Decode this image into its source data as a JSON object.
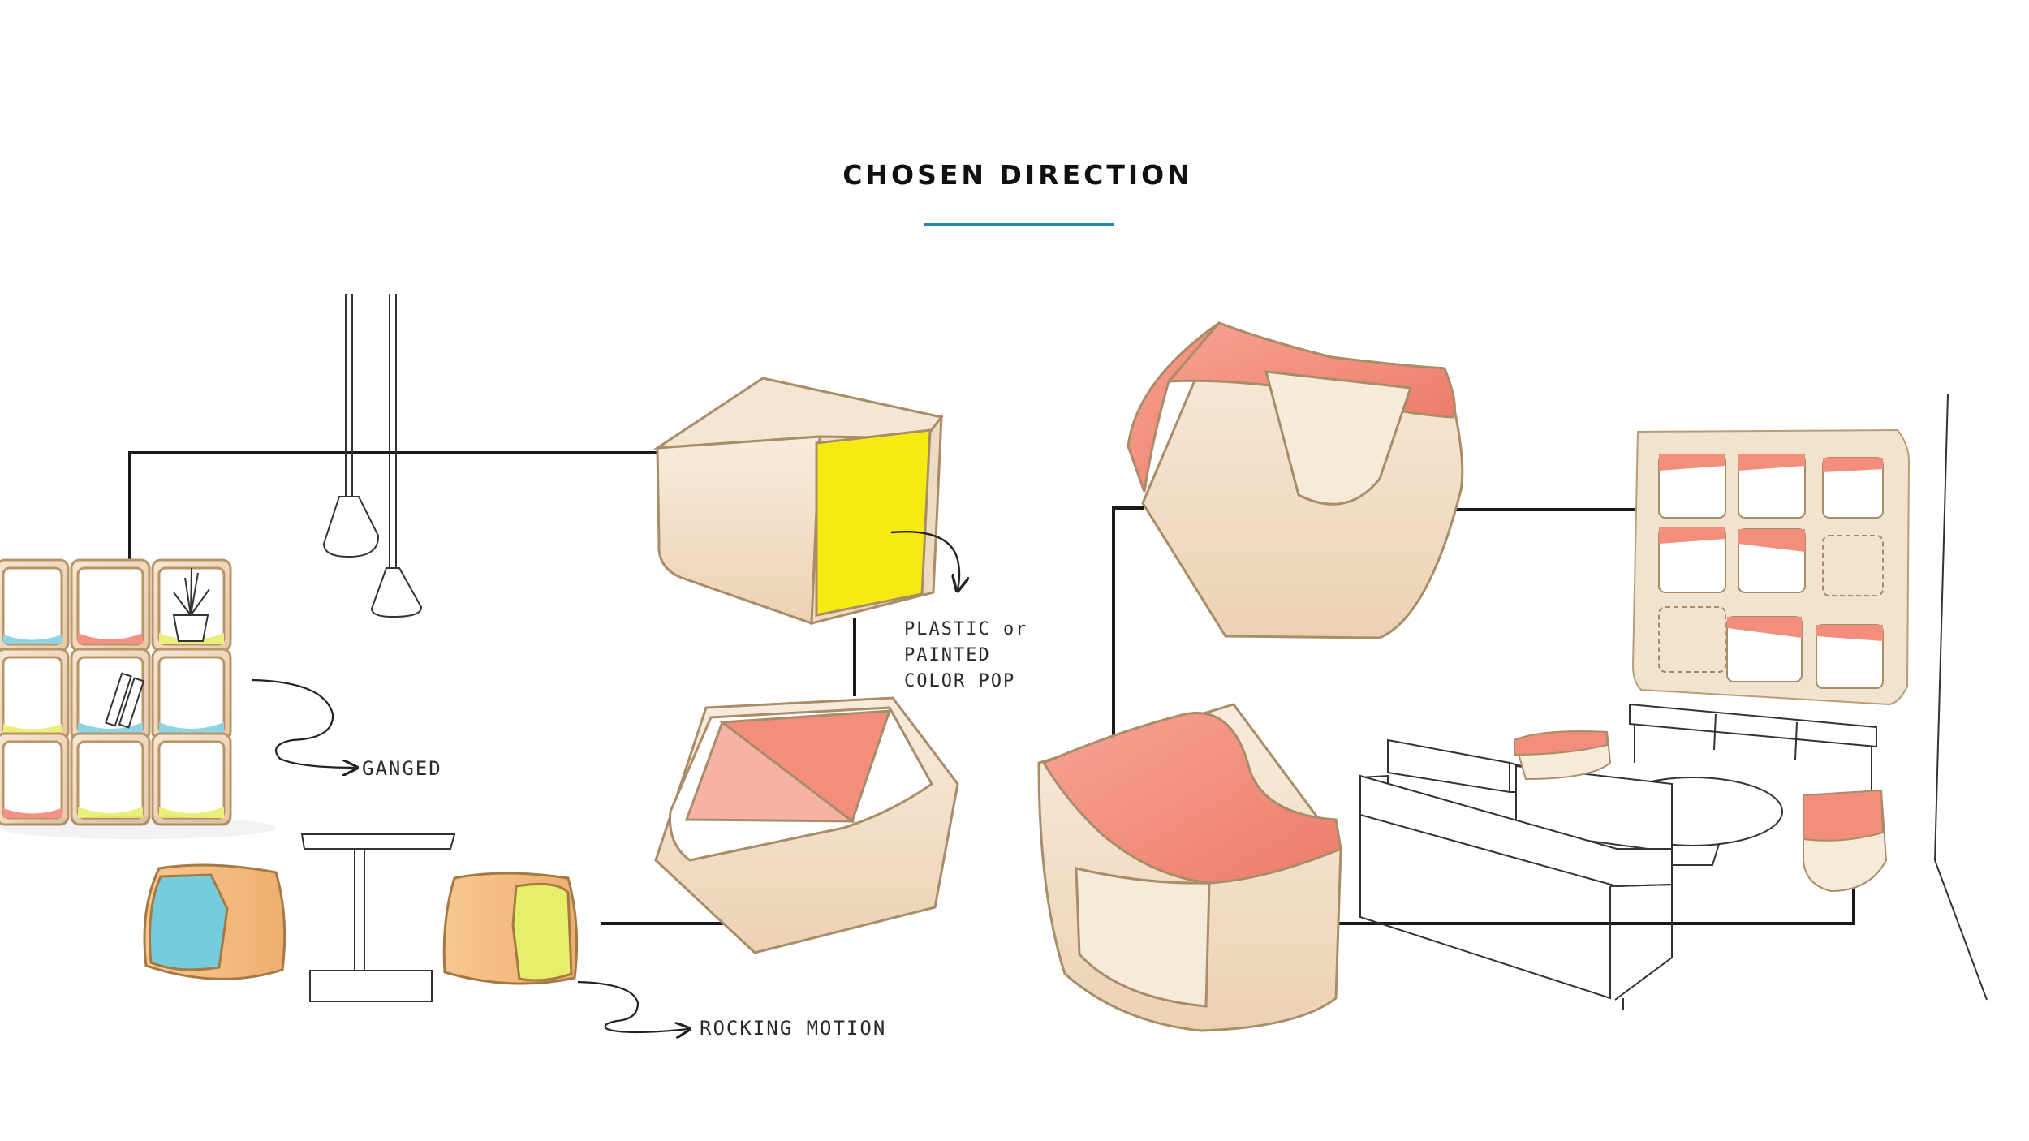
{
  "title": "CHOSEN DIRECTION",
  "annotations": {
    "ganged": "GANGED",
    "color_pop_line1": "PLASTIC or",
    "color_pop_line2": "PAINTED",
    "color_pop_line3": "COLOR POP",
    "rocking": "ROCKING MOTION"
  },
  "colors": {
    "accent_rule": "#2a86b5",
    "wood": "#f0d9bf",
    "coral": "#f29080",
    "yellow": "#f4ea1e",
    "cyan": "#7fd3e0",
    "lime": "#e6ee70"
  }
}
